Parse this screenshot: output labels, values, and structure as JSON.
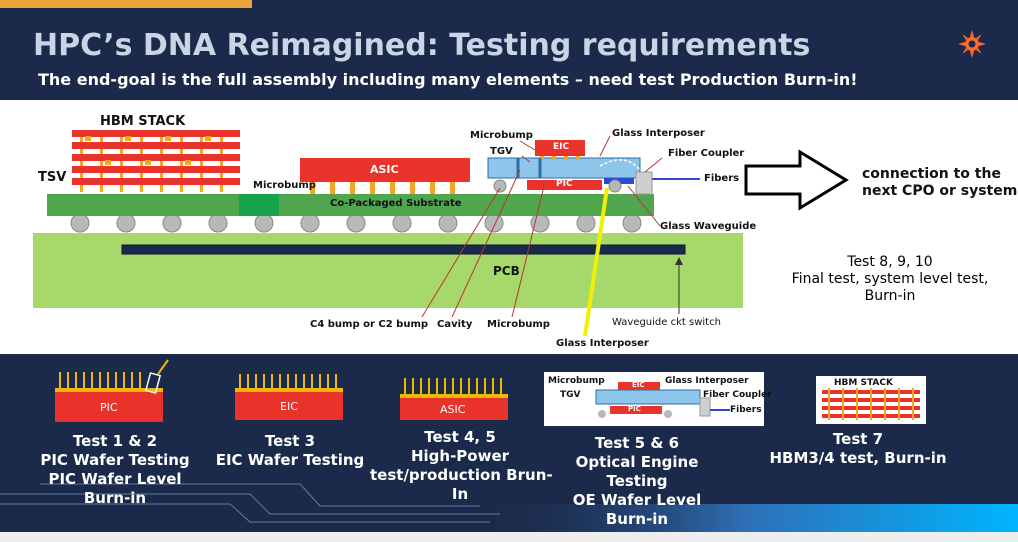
{
  "header": {
    "title": "HPC’s DNA Reimagined: Testing requirements",
    "subtitle": "The end-goal is the full assembly including many elements – need test Production Burn-in!"
  },
  "diagram": {
    "labels": {
      "hbm_stack": "HBM STACK",
      "tsv": "TSV",
      "asic": "ASIC",
      "microbump_left": "Microbump",
      "substrate": "Co-Packaged Substrate",
      "pcb": "PCB",
      "microbump_top": "Microbump",
      "tgv": "TGV",
      "eic": "EIC",
      "pic": "PIC",
      "glass_interposer_top": "Glass Interposer",
      "fiber_coupler": "Fiber Coupler",
      "fibers": "Fibers",
      "glass_waveguide": "Glass Waveguide",
      "c4_bump": "C4 bump or C2 bump",
      "cavity": "Cavity",
      "microbump_bottom": "Microbump",
      "waveguide_switch": "Waveguide ckt switch",
      "glass_interposer_bottom": "Glass Interposer"
    },
    "connection_text": [
      "connection to the",
      "next CPO or system"
    ],
    "final_test": [
      "Test 8, 9, 10",
      "Final test, system level test,",
      "Burn-in"
    ]
  },
  "tests": [
    {
      "chip_label": "PIC",
      "lines": [
        "Test 1 & 2",
        "PIC Wafer Testing",
        "PIC Wafer Level",
        "Burn-in"
      ]
    },
    {
      "chip_label": "EIC",
      "lines": [
        "Test 3",
        "EIC Wafer Testing"
      ]
    },
    {
      "chip_label": "ASIC",
      "lines": [
        "Test 4, 5",
        "High-Power",
        "test/production Brun-",
        "In"
      ]
    },
    {
      "chip_label": "",
      "lines": [
        "Test 5 & 6",
        "Optical Engine",
        "Testing",
        "OE Wafer Level",
        "Burn-in"
      ]
    },
    {
      "chip_label": "HBM STACK",
      "lines": [
        "Test 7",
        "HBM3/4 test, Burn-in"
      ]
    }
  ],
  "oe_thumbnail": {
    "microbump": "Microbump",
    "tgv": "TGV",
    "eic": "EIC",
    "pic": "PIC",
    "glass_interposer": "Glass Interposer",
    "fiber_coupler": "Fiber Coupler",
    "fibers": "Fibers"
  },
  "colors": {
    "navy": "#1b2a4a",
    "title": "#c9d4e4",
    "accent": "#e9a43b",
    "chip_red": "#e8322a",
    "substrate_green": "#4fa64f",
    "pcb_green": "#a6d96a",
    "bump_orange": "#f5a623",
    "glass_blue": "#8ec5ea",
    "gold": "#f2b705"
  }
}
